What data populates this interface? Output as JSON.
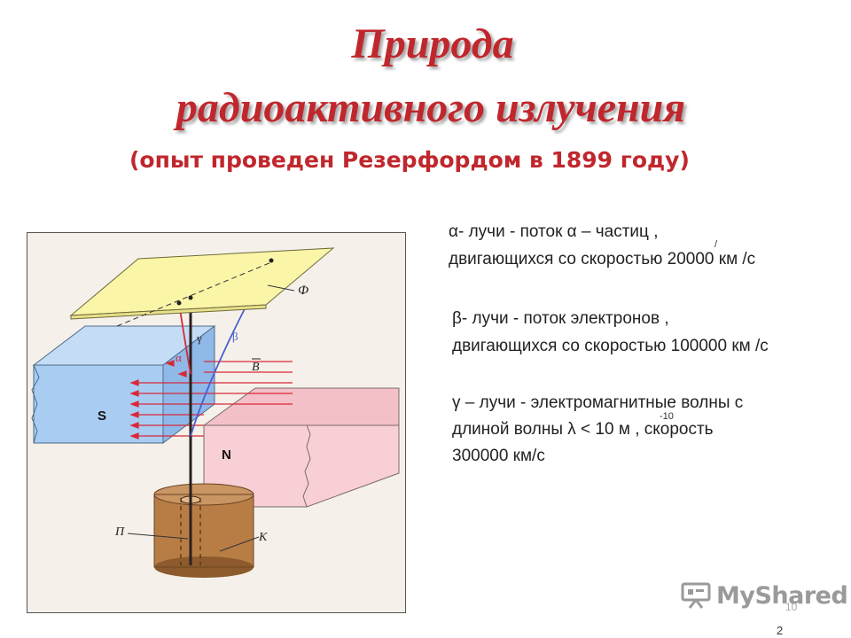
{
  "title": {
    "line1": "Природа",
    "line2": "радиоактивного излучения",
    "subtitle": "(опыт проведен  Резерфордом в  1899 году)"
  },
  "diagram": {
    "labels": {
      "phi": "Ф",
      "gamma": "γ",
      "beta": "β",
      "alpha": "α",
      "field": "B",
      "south": "S",
      "north": "N",
      "lead": "П",
      "container": "К"
    },
    "colors": {
      "plate": "#fbf5a8",
      "south_magnet": "#a9ccf2",
      "north_magnet": "#f8cfd5",
      "cylinder": "#b77d45",
      "field_lines": "#d8283a",
      "beta_ray": "#4a5fd1",
      "alpha_ray": "#d8283a",
      "frame": "#f5f1ea"
    }
  },
  "alpha": {
    "line1": "α- лучи  -  поток  α – частиц ,",
    "line2": "двигающихся  со  скоростью 20000 км /с",
    "mark": "/"
  },
  "beta": {
    "line1": "β- лучи  -  поток  электронов ,",
    "line2": "двигающихся  со  скоростью  100000 км /с"
  },
  "gamma": {
    "line1": "γ – лучи  -  электромагнитные волны  с",
    "line2": "длиной  волны  λ  <  10 м , скорость",
    "line3": "300000 км/с",
    "exponent": "-10"
  },
  "watermark": {
    "text": "MyShared"
  },
  "page_number": "10",
  "corner_mark": "2"
}
